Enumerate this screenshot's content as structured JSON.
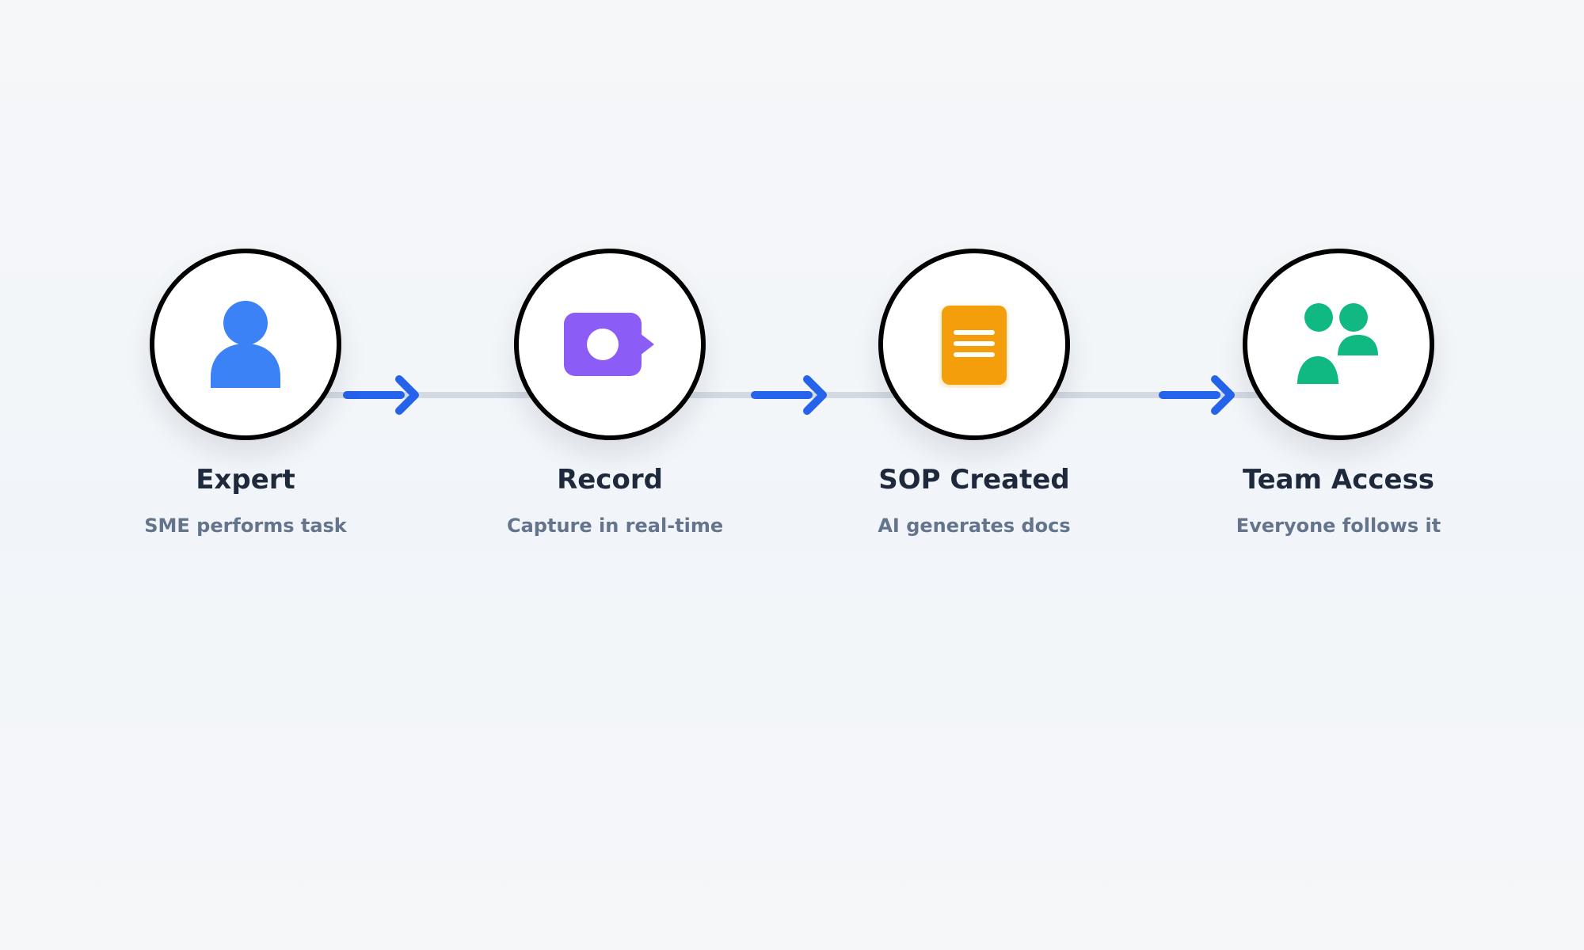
{
  "steps": [
    {
      "title": "Expert",
      "description": "SME performs task",
      "icon": "person-icon",
      "color": "#3b82f6"
    },
    {
      "title": "Record",
      "description": "Capture in real-time",
      "icon": "video-camera-icon",
      "color": "#8b5cf6"
    },
    {
      "title": "SOP Created",
      "description": "AI generates docs",
      "icon": "document-icon",
      "color": "#f59e0b"
    },
    {
      "title": "Team Access",
      "description": "Everyone follows it",
      "icon": "team-icon",
      "color": "#10b981"
    }
  ],
  "colors": {
    "arrow": "#2563eb",
    "connector": "#d3dae3",
    "title": "#1e2a3b",
    "description": "#64748b",
    "circle_border": "#000000"
  }
}
